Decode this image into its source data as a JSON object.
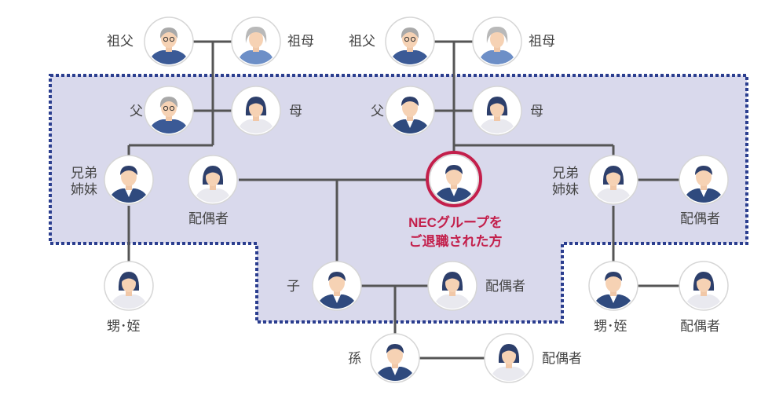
{
  "labels": {
    "grandfather_l": "祖父",
    "grandmother_l": "祖母",
    "grandfather_r": "祖父",
    "grandmother_r": "祖母",
    "father_l": "父",
    "mother_l": "母",
    "father_r": "父",
    "mother_r": "母",
    "sibling_l": "兄弟姉妹",
    "spouse_center": "配偶者",
    "focus_line1": "NECグループを",
    "focus_line2": "ご退職された方",
    "sibling_r": "兄弟姉妹",
    "sibling_spouse_r": "配偶者",
    "nephew_l": "甥･姪",
    "child": "子",
    "child_spouse": "配偶者",
    "nephew_r": "甥･姪",
    "nephew_spouse_r": "配偶者",
    "grandchild": "孫",
    "grandchild_spouse": "配偶者"
  },
  "colors": {
    "region_fill": "#d9d9ec",
    "region_border": "#2b3e8f",
    "connector": "#555555",
    "focus_ring": "#c31f4b",
    "focus_text": "#c31f4b"
  }
}
